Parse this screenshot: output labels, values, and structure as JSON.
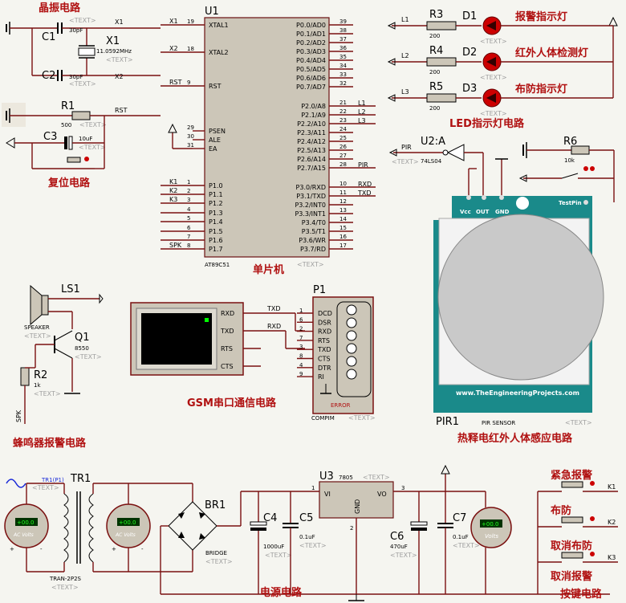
{
  "titles": {
    "crystal": "晶振电路",
    "reset": "复位电路",
    "mcu": "单片机",
    "led": "LED指示灯电路",
    "buzzer": "蜂鸣器报警电路",
    "gsm": "GSM串口通信电路",
    "pir": "热释电红外人体感应电路",
    "power": "电源电路",
    "keys": "按键电路"
  },
  "text_placeholder": "<TEXT>",
  "crystal": {
    "c1": "C1",
    "c1_val": "30pF",
    "c2": "C2",
    "c2_val": "30pF",
    "x1": "X1",
    "x1_val": "11.0592MHz",
    "net_x1": "X1",
    "net_x2": "X2"
  },
  "reset": {
    "r1": "R1",
    "r1_val": "500",
    "c3": "C3",
    "c3_val": "10uF",
    "net_rst": "RST"
  },
  "mcu": {
    "ref": "U1",
    "part": "AT89C51",
    "left_pins": [
      {
        "name": "XTAL1",
        "num": "19",
        "net": "X1"
      },
      {
        "name": "XTAL2",
        "num": "18",
        "net": "X2"
      },
      {
        "name": "RST",
        "num": "9",
        "net": "RST"
      },
      {
        "name": "PSEN",
        "num": "29",
        "net": ""
      },
      {
        "name": "ALE",
        "num": "30",
        "net": ""
      },
      {
        "name": "EA",
        "num": "31",
        "net": ""
      },
      {
        "name": "P1.0",
        "num": "1",
        "net": "K1"
      },
      {
        "name": "P1.1",
        "num": "2",
        "net": "K2"
      },
      {
        "name": "P1.2",
        "num": "3",
        "net": "K3"
      },
      {
        "name": "P1.3",
        "num": "4",
        "net": ""
      },
      {
        "name": "P1.4",
        "num": "5",
        "net": ""
      },
      {
        "name": "P1.5",
        "num": "6",
        "net": ""
      },
      {
        "name": "P1.6",
        "num": "7",
        "net": ""
      },
      {
        "name": "P1.7",
        "num": "8",
        "net": "SPK"
      }
    ],
    "right_pins": [
      {
        "name": "P0.0/AD0",
        "num": "39",
        "net": ""
      },
      {
        "name": "P0.1/AD1",
        "num": "38",
        "net": ""
      },
      {
        "name": "P0.2/AD2",
        "num": "37",
        "net": ""
      },
      {
        "name": "P0.3/AD3",
        "num": "36",
        "net": ""
      },
      {
        "name": "P0.4/AD4",
        "num": "35",
        "net": ""
      },
      {
        "name": "P0.5/AD5",
        "num": "34",
        "net": ""
      },
      {
        "name": "P0.6/AD6",
        "num": "33",
        "net": ""
      },
      {
        "name": "P0.7/AD7",
        "num": "32",
        "net": ""
      },
      {
        "name": "P2.0/A8",
        "num": "21",
        "net": "L1"
      },
      {
        "name": "P2.1/A9",
        "num": "22",
        "net": "L2"
      },
      {
        "name": "P2.2/A10",
        "num": "23",
        "net": "L3"
      },
      {
        "name": "P2.3/A11",
        "num": "24",
        "net": ""
      },
      {
        "name": "P2.4/A12",
        "num": "25",
        "net": ""
      },
      {
        "name": "P2.5/A13",
        "num": "26",
        "net": ""
      },
      {
        "name": "P2.6/A14",
        "num": "27",
        "net": ""
      },
      {
        "name": "P2.7/A15",
        "num": "28",
        "net": "PIR"
      },
      {
        "name": "P3.0/RXD",
        "num": "10",
        "net": "RXD"
      },
      {
        "name": "P3.1/TXD",
        "num": "11",
        "net": "TXD"
      },
      {
        "name": "P3.2/INT0",
        "num": "12",
        "net": ""
      },
      {
        "name": "P3.3/INT1",
        "num": "13",
        "net": ""
      },
      {
        "name": "P3.4/T0",
        "num": "14",
        "net": ""
      },
      {
        "name": "P3.5/T1",
        "num": "15",
        "net": ""
      },
      {
        "name": "P3.6/WR",
        "num": "16",
        "net": ""
      },
      {
        "name": "P3.7/RD",
        "num": "17",
        "net": ""
      }
    ]
  },
  "leds": [
    {
      "net": "L1",
      "r": "R3",
      "rv": "200",
      "d": "D1",
      "label": "报警指示灯"
    },
    {
      "net": "L2",
      "r": "R4",
      "rv": "200",
      "d": "D2",
      "label": "红外人体检测灯"
    },
    {
      "net": "L3",
      "r": "R5",
      "rv": "200",
      "d": "D3",
      "label": "布防指示灯"
    }
  ],
  "pir": {
    "net": "PIR",
    "u2": "U2:A",
    "u2_part": "74LS04",
    "r6": "R6",
    "r6_val": "10k",
    "pin_vcc": "Vcc",
    "pin_out": "OUT",
    "pin_gnd": "GND",
    "pin_test": "TestPin",
    "website": "www.TheEngineeringProjects.com",
    "ref": "PIR1",
    "part": "PIR SENSOR"
  },
  "buzzer": {
    "ls1": "LS1",
    "speaker": "SPEAKER",
    "q1": "Q1",
    "q1_val": "8550",
    "r2": "R2",
    "r2_val": "1k",
    "net_spk": "SPK"
  },
  "gsm": {
    "pins": [
      "RXD",
      "TXD",
      "RTS",
      "CTS"
    ],
    "net_txd": "TXD",
    "net_rxd": "RXD"
  },
  "p1": {
    "ref": "P1",
    "part": "COMPIM",
    "error": "ERROR",
    "pins": [
      {
        "num": "1",
        "name": "DCD"
      },
      {
        "num": "6",
        "name": "DSR"
      },
      {
        "num": "2",
        "name": "RXD"
      },
      {
        "num": "7",
        "name": "RTS"
      },
      {
        "num": "3",
        "name": "TXD"
      },
      {
        "num": "8",
        "name": "CTS"
      },
      {
        "num": "4",
        "name": "DTR"
      },
      {
        "num": "9",
        "name": "RI"
      }
    ]
  },
  "power": {
    "tr1p1": "TR1(P1)",
    "tr1": "TR1",
    "tr1_part": "TRAN-2P2S",
    "br1": "BR1",
    "br1_part": "BRIDGE",
    "u3": "U3",
    "u3_part": "7805",
    "vi": "VI",
    "vo": "VO",
    "gnd": "GND",
    "pin1": "1",
    "pin2": "2",
    "pin3": "3",
    "c4": "C4",
    "c4_val": "1000uF",
    "c5": "C5",
    "c5_val": "0.1uF",
    "c6": "C6",
    "c6_val": "470uF",
    "c7": "C7",
    "c7_val": "0.1uF",
    "vm_ac": "AC Volts",
    "vm_v": "Volts",
    "meter_reading": "+00.0"
  },
  "keys": [
    {
      "label": "紧急报警",
      "net": "K1"
    },
    {
      "label": "布防",
      "net": "K2"
    },
    {
      "label": "取消布防",
      "net": "K3"
    },
    {
      "label": "取消报警",
      "net": ""
    }
  ],
  "colors": {
    "wire": "#7a1010",
    "title": "#b01010",
    "body": "#ccc6b8",
    "teal": "#1a8a8a",
    "led": "#cc0000"
  }
}
